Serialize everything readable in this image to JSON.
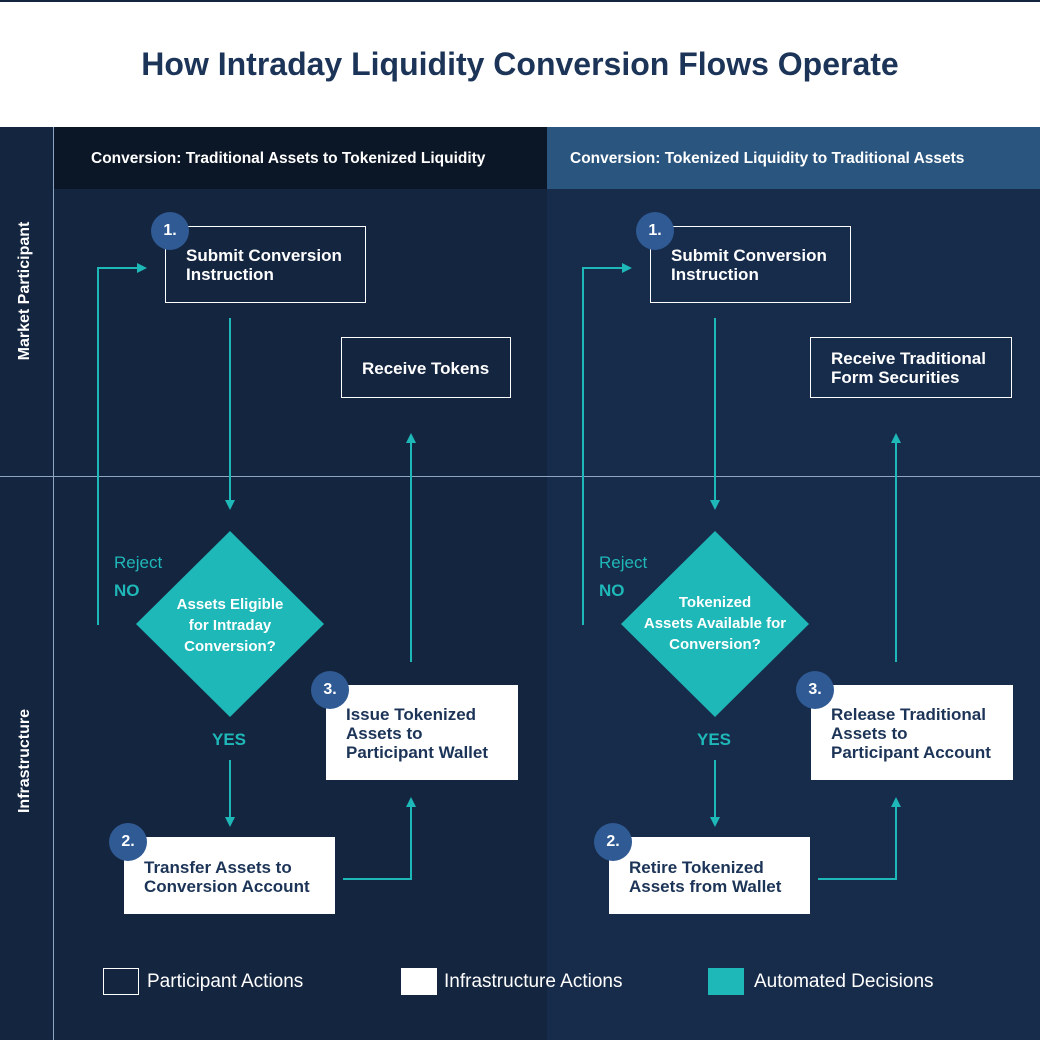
{
  "title": "How Intraday Liquidity Conversion Flows Operate",
  "lanes": {
    "top": "Market Participant",
    "bottom": "Infrastructure"
  },
  "colors": {
    "navy": "#14253f",
    "teal": "#1fb8b8",
    "badge_blue": "#2f5a94",
    "header_dark": "#0b1626",
    "header_blue": "#2a557e",
    "title_color": "#1c3457"
  },
  "left": {
    "header": "Conversion: Traditional Assets to Tokenized Liquidity",
    "step1_number": "1.",
    "step1": "Submit Conversion\nInstruction",
    "receive": "Receive Tokens",
    "decision": "Assets Eligible\nfor Intraday\nConversion?",
    "reject": "Reject",
    "no": "NO",
    "yes": "YES",
    "step2_number": "2.",
    "step2": "Transfer Assets to\nConversion Account",
    "step3_number": "3.",
    "step3": "Issue Tokenized\nAssets to\nParticipant Wallet"
  },
  "right": {
    "header": "Conversion: Tokenized Liquidity to Traditional Assets",
    "step1_number": "1.",
    "step1": "Submit Conversion\nInstruction",
    "receive": "Receive Traditional\nForm Securities",
    "decision": "Tokenized\nAssets Available for\nConversion?",
    "reject": "Reject",
    "no": "NO",
    "yes": "YES",
    "step2_number": "2.",
    "step2": "Retire Tokenized\nAssets from Wallet",
    "step3_number": "3.",
    "step3": "Release Traditional\nAssets to\nParticipant Account"
  },
  "legend": {
    "participant": "Participant Actions",
    "infrastructure": "Infrastructure Actions",
    "automated": "Automated Decisions"
  }
}
